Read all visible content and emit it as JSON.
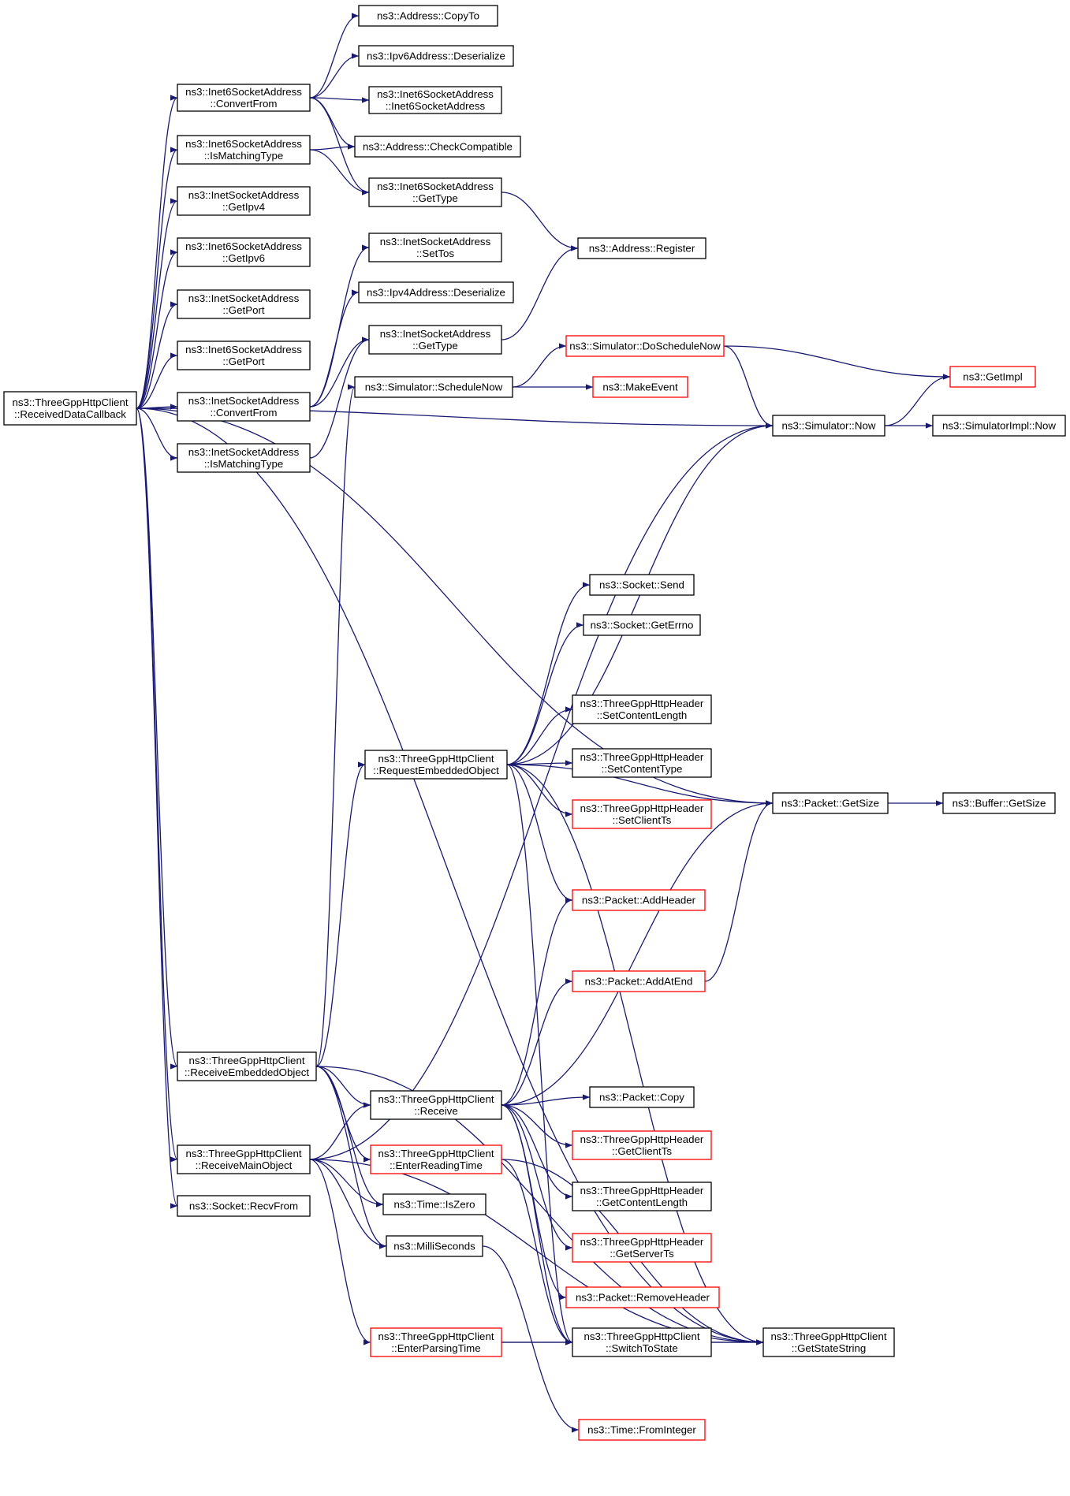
{
  "colors": {
    "edge": "#191970",
    "border_normal": "#000000",
    "border_incomplete": "#ff0000",
    "root_fill": "#bfbfbf",
    "fill": "#ffffff"
  },
  "nodes": [
    {
      "id": "root",
      "lines": [
        "ns3::ThreeGppHttpClient",
        "::ReceivedDataCallback"
      ],
      "style": "root"
    },
    {
      "id": "i6_convertfrom",
      "lines": [
        "ns3::Inet6SocketAddress",
        "::ConvertFrom"
      ],
      "style": "normal"
    },
    {
      "id": "i6_ismatching",
      "lines": [
        "ns3::Inet6SocketAddress",
        "::IsMatchingType"
      ],
      "style": "normal"
    },
    {
      "id": "inet_getipv4",
      "lines": [
        "ns3::InetSocketAddress",
        "::GetIpv4"
      ],
      "style": "normal"
    },
    {
      "id": "i6_getipv6",
      "lines": [
        "ns3::Inet6SocketAddress",
        "::GetIpv6"
      ],
      "style": "normal"
    },
    {
      "id": "inet_getport",
      "lines": [
        "ns3::InetSocketAddress",
        "::GetPort"
      ],
      "style": "normal"
    },
    {
      "id": "i6_getport",
      "lines": [
        "ns3::Inet6SocketAddress",
        "::GetPort"
      ],
      "style": "normal"
    },
    {
      "id": "inet_convertfrom",
      "lines": [
        "ns3::InetSocketAddress",
        "::ConvertFrom"
      ],
      "style": "normal"
    },
    {
      "id": "inet_ismatching",
      "lines": [
        "ns3::InetSocketAddress",
        "::IsMatchingType"
      ],
      "style": "normal"
    },
    {
      "id": "addr_copyto",
      "lines": [
        "ns3::Address::CopyTo"
      ],
      "style": "normal"
    },
    {
      "id": "ipv6_deser",
      "lines": [
        "ns3::Ipv6Address::Deserialize"
      ],
      "style": "normal"
    },
    {
      "id": "i6_ctor",
      "lines": [
        "ns3::Inet6SocketAddress",
        "::Inet6SocketAddress"
      ],
      "style": "normal"
    },
    {
      "id": "addr_checkcompat",
      "lines": [
        "ns3::Address::CheckCompatible"
      ],
      "style": "normal"
    },
    {
      "id": "i6_gettype",
      "lines": [
        "ns3::Inet6SocketAddress",
        "::GetType"
      ],
      "style": "normal"
    },
    {
      "id": "addr_register",
      "lines": [
        "ns3::Address::Register"
      ],
      "style": "normal"
    },
    {
      "id": "inet_settos",
      "lines": [
        "ns3::InetSocketAddress",
        "::SetTos"
      ],
      "style": "normal"
    },
    {
      "id": "ipv4_deser",
      "lines": [
        "ns3::Ipv4Address::Deserialize"
      ],
      "style": "normal"
    },
    {
      "id": "inet_gettype",
      "lines": [
        "ns3::InetSocketAddress",
        "::GetType"
      ],
      "style": "normal"
    },
    {
      "id": "sim_doschednow",
      "lines": [
        "ns3::Simulator::DoScheduleNow"
      ],
      "style": "incomplete"
    },
    {
      "id": "sim_schednow",
      "lines": [
        "ns3::Simulator::ScheduleNow"
      ],
      "style": "normal"
    },
    {
      "id": "makeevent",
      "lines": [
        "ns3::MakeEvent"
      ],
      "style": "incomplete"
    },
    {
      "id": "getimpl",
      "lines": [
        "ns3::GetImpl"
      ],
      "style": "incomplete"
    },
    {
      "id": "sim_now",
      "lines": [
        "ns3::Simulator::Now"
      ],
      "style": "normal"
    },
    {
      "id": "simimpl_now",
      "lines": [
        "ns3::SimulatorImpl::Now"
      ],
      "style": "normal"
    },
    {
      "id": "sock_send",
      "lines": [
        "ns3::Socket::Send"
      ],
      "style": "normal"
    },
    {
      "id": "sock_geterrno",
      "lines": [
        "ns3::Socket::GetErrno"
      ],
      "style": "normal"
    },
    {
      "id": "hdr_setcontentlength",
      "lines": [
        "ns3::ThreeGppHttpHeader",
        "::SetContentLength"
      ],
      "style": "normal"
    },
    {
      "id": "req_embedded",
      "lines": [
        "ns3::ThreeGppHttpClient",
        "::RequestEmbeddedObject"
      ],
      "style": "normal"
    },
    {
      "id": "hdr_setcontenttype",
      "lines": [
        "ns3::ThreeGppHttpHeader",
        "::SetContentType"
      ],
      "style": "normal"
    },
    {
      "id": "hdr_setclientts",
      "lines": [
        "ns3::ThreeGppHttpHeader",
        "::SetClientTs"
      ],
      "style": "incomplete"
    },
    {
      "id": "pkt_getsize",
      "lines": [
        "ns3::Packet::GetSize"
      ],
      "style": "normal"
    },
    {
      "id": "buf_getsize",
      "lines": [
        "ns3::Buffer::GetSize"
      ],
      "style": "normal"
    },
    {
      "id": "pkt_addheader",
      "lines": [
        "ns3::Packet::AddHeader"
      ],
      "style": "incomplete"
    },
    {
      "id": "pkt_addatend",
      "lines": [
        "ns3::Packet::AddAtEnd"
      ],
      "style": "incomplete"
    },
    {
      "id": "recv_embedded",
      "lines": [
        "ns3::ThreeGppHttpClient",
        "::ReceiveEmbeddedObject"
      ],
      "style": "normal"
    },
    {
      "id": "receive",
      "lines": [
        "ns3::ThreeGppHttpClient",
        "::Receive"
      ],
      "style": "normal"
    },
    {
      "id": "pkt_copy",
      "lines": [
        "ns3::Packet::Copy"
      ],
      "style": "normal"
    },
    {
      "id": "hdr_getclientts",
      "lines": [
        "ns3::ThreeGppHttpHeader",
        "::GetClientTs"
      ],
      "style": "incomplete"
    },
    {
      "id": "recv_main",
      "lines": [
        "ns3::ThreeGppHttpClient",
        "::ReceiveMainObject"
      ],
      "style": "normal"
    },
    {
      "id": "enter_reading",
      "lines": [
        "ns3::ThreeGppHttpClient",
        "::EnterReadingTime"
      ],
      "style": "incomplete"
    },
    {
      "id": "hdr_getcontentlength",
      "lines": [
        "ns3::ThreeGppHttpHeader",
        "::GetContentLength"
      ],
      "style": "normal"
    },
    {
      "id": "sock_recvfrom",
      "lines": [
        "ns3::Socket::RecvFrom"
      ],
      "style": "normal"
    },
    {
      "id": "time_iszero",
      "lines": [
        "ns3::Time::IsZero"
      ],
      "style": "normal"
    },
    {
      "id": "millisec",
      "lines": [
        "ns3::MilliSeconds"
      ],
      "style": "normal"
    },
    {
      "id": "hdr_getserverts",
      "lines": [
        "ns3::ThreeGppHttpHeader",
        "::GetServerTs"
      ],
      "style": "incomplete"
    },
    {
      "id": "pkt_removeheader",
      "lines": [
        "ns3::Packet::RemoveHeader"
      ],
      "style": "incomplete"
    },
    {
      "id": "enter_parsing",
      "lines": [
        "ns3::ThreeGppHttpClient",
        "::EnterParsingTime"
      ],
      "style": "incomplete"
    },
    {
      "id": "switchtostate",
      "lines": [
        "ns3::ThreeGppHttpClient",
        "::SwitchToState"
      ],
      "style": "normal"
    },
    {
      "id": "getstatestring",
      "lines": [
        "ns3::ThreeGppHttpClient",
        "::GetStateString"
      ],
      "style": "normal"
    },
    {
      "id": "time_frominteger",
      "lines": [
        "ns3::Time::FromInteger"
      ],
      "style": "incomplete"
    }
  ],
  "edges": [
    [
      "root",
      "i6_convertfrom"
    ],
    [
      "root",
      "i6_ismatching"
    ],
    [
      "root",
      "inet_getipv4"
    ],
    [
      "root",
      "i6_getipv6"
    ],
    [
      "root",
      "inet_getport"
    ],
    [
      "root",
      "i6_getport"
    ],
    [
      "root",
      "inet_convertfrom"
    ],
    [
      "root",
      "inet_ismatching"
    ],
    [
      "root",
      "sim_now"
    ],
    [
      "root",
      "pkt_getsize"
    ],
    [
      "root",
      "getstatestring"
    ],
    [
      "root",
      "recv_embedded"
    ],
    [
      "root",
      "recv_main"
    ],
    [
      "root",
      "sock_recvfrom"
    ],
    [
      "i6_convertfrom",
      "addr_copyto"
    ],
    [
      "i6_convertfrom",
      "ipv6_deser"
    ],
    [
      "i6_convertfrom",
      "i6_ctor"
    ],
    [
      "i6_convertfrom",
      "addr_checkcompat"
    ],
    [
      "i6_convertfrom",
      "i6_gettype"
    ],
    [
      "i6_ismatching",
      "addr_checkcompat"
    ],
    [
      "i6_ismatching",
      "i6_gettype"
    ],
    [
      "i6_gettype",
      "addr_register"
    ],
    [
      "inet_convertfrom",
      "inet_settos"
    ],
    [
      "inet_convertfrom",
      "ipv4_deser"
    ],
    [
      "inet_convertfrom",
      "inet_gettype"
    ],
    [
      "inet_ismatching",
      "inet_gettype"
    ],
    [
      "inet_gettype",
      "addr_register"
    ],
    [
      "sim_schednow",
      "sim_doschednow"
    ],
    [
      "sim_schednow",
      "makeevent"
    ],
    [
      "sim_doschednow",
      "getimpl"
    ],
    [
      "sim_doschednow",
      "sim_now"
    ],
    [
      "sim_now",
      "getimpl"
    ],
    [
      "sim_now",
      "simimpl_now"
    ],
    [
      "req_embedded",
      "sim_now"
    ],
    [
      "req_embedded",
      "sock_send"
    ],
    [
      "req_embedded",
      "sock_geterrno"
    ],
    [
      "req_embedded",
      "pkt_getsize"
    ],
    [
      "req_embedded",
      "hdr_setcontentlength"
    ],
    [
      "req_embedded",
      "hdr_setcontenttype"
    ],
    [
      "req_embedded",
      "hdr_setclientts"
    ],
    [
      "req_embedded",
      "pkt_addheader"
    ],
    [
      "req_embedded",
      "switchtostate"
    ],
    [
      "req_embedded",
      "getstatestring"
    ],
    [
      "pkt_getsize",
      "buf_getsize"
    ],
    [
      "pkt_addatend",
      "pkt_getsize"
    ],
    [
      "recv_embedded",
      "sim_schednow"
    ],
    [
      "recv_embedded",
      "req_embedded"
    ],
    [
      "recv_embedded",
      "getstatestring"
    ],
    [
      "recv_embedded",
      "receive"
    ],
    [
      "recv_embedded",
      "enter_reading"
    ],
    [
      "recv_embedded",
      "time_iszero"
    ],
    [
      "recv_embedded",
      "millisec"
    ],
    [
      "recv_main",
      "sim_now"
    ],
    [
      "recv_main",
      "receive"
    ],
    [
      "recv_main",
      "time_iszero"
    ],
    [
      "recv_main",
      "millisec"
    ],
    [
      "recv_main",
      "enter_parsing"
    ],
    [
      "recv_main",
      "getstatestring"
    ],
    [
      "receive",
      "pkt_getsize"
    ],
    [
      "receive",
      "pkt_addheader"
    ],
    [
      "receive",
      "pkt_addatend"
    ],
    [
      "receive",
      "pkt_copy"
    ],
    [
      "receive",
      "hdr_getclientts"
    ],
    [
      "receive",
      "hdr_getcontentlength"
    ],
    [
      "receive",
      "hdr_getserverts"
    ],
    [
      "receive",
      "pkt_removeheader"
    ],
    [
      "receive",
      "switchtostate"
    ],
    [
      "enter_reading",
      "switchtostate"
    ],
    [
      "enter_reading",
      "getstatestring"
    ],
    [
      "enter_parsing",
      "switchtostate"
    ],
    [
      "enter_parsing",
      "getstatestring"
    ],
    [
      "switchtostate",
      "getstatestring"
    ],
    [
      "millisec",
      "time_frominteger"
    ]
  ]
}
